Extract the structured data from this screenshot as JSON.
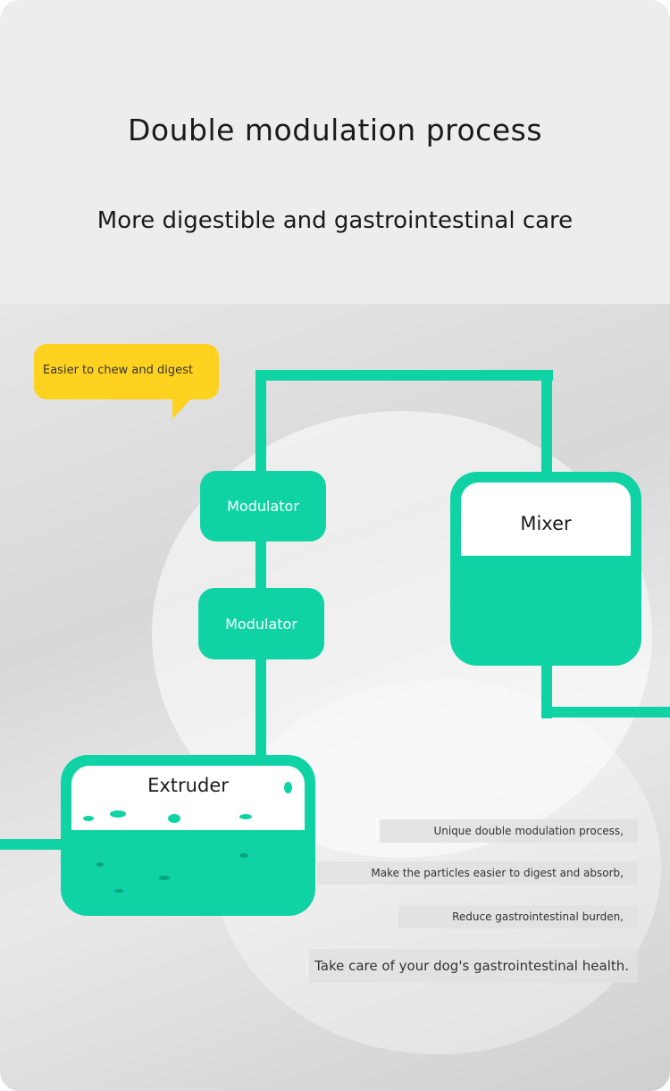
{
  "header": {
    "title": "Double modulation process",
    "subtitle": "More digestible and gastrointestinal care"
  },
  "callout": {
    "text": "Easier to chew and digest"
  },
  "diagram": {
    "modulators": [
      "Modulator",
      "Modulator"
    ],
    "mixer": "Mixer",
    "extruder": "Extruder",
    "accent_color": "#0fd3a4",
    "callout_color": "#ffd21f"
  },
  "notes": [
    "Unique double modulation process,",
    "Make the particles easier to digest and absorb,",
    "Reduce gastrointestinal burden,",
    "Take care of your dog's gastrointestinal health."
  ]
}
